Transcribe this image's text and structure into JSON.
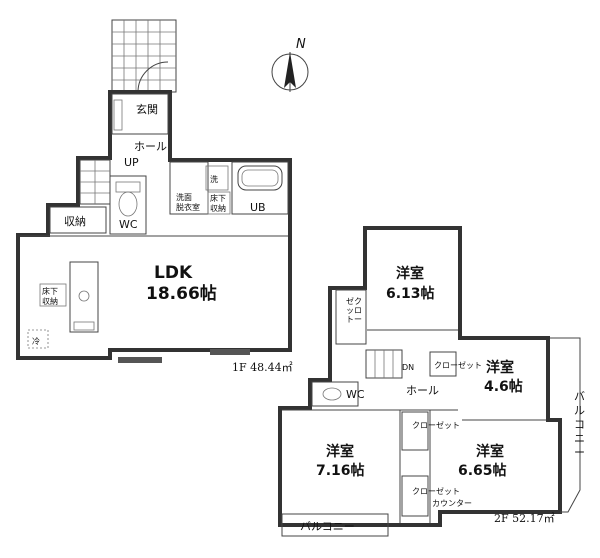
{
  "floor1": {
    "rooms": {
      "entrance": "玄関",
      "hall": "ホール",
      "up": "UP",
      "wc": "WC",
      "wash": "洗",
      "dressing_line1": "洗面",
      "dressing_line2": "脱衣室",
      "underfloor_line1": "床下",
      "underfloor_line2": "収納",
      "ub": "UB",
      "storage": "収納",
      "ldk_name": "LDK",
      "ldk_size": "18.66帖",
      "kitchen_under_line1": "床下",
      "kitchen_under_line2": "収納",
      "fridge": "冷"
    },
    "area_label": "1F  48.44㎡"
  },
  "floor2": {
    "rooms": {
      "room_ne_name": "洋室",
      "room_ne_size": "6.13帖",
      "room_e_name": "洋室",
      "room_e_size": "4.6帖",
      "room_sw_name": "洋室",
      "room_sw_size": "7.16帖",
      "room_se_name": "洋室",
      "room_se_size": "6.65帖",
      "closet": "クローゼット",
      "closet_chars": [
        "ク",
        "ロ",
        "ー",
        "ゼ",
        "ッ",
        "ト"
      ],
      "dn": "DN",
      "hall": "ホール",
      "wc": "WC",
      "balcony_east": "バルコニー",
      "balcony_east_chars": [
        "バ",
        "ル",
        "コ",
        "ニ",
        "ー"
      ],
      "balcony_south": "バルコニー",
      "counter": "カウンター"
    },
    "area_label": "2F  52.17㎡"
  },
  "compass": {
    "north": "N"
  },
  "colors": {
    "wall": "#333333",
    "window": "#555555",
    "line": "#444444"
  }
}
